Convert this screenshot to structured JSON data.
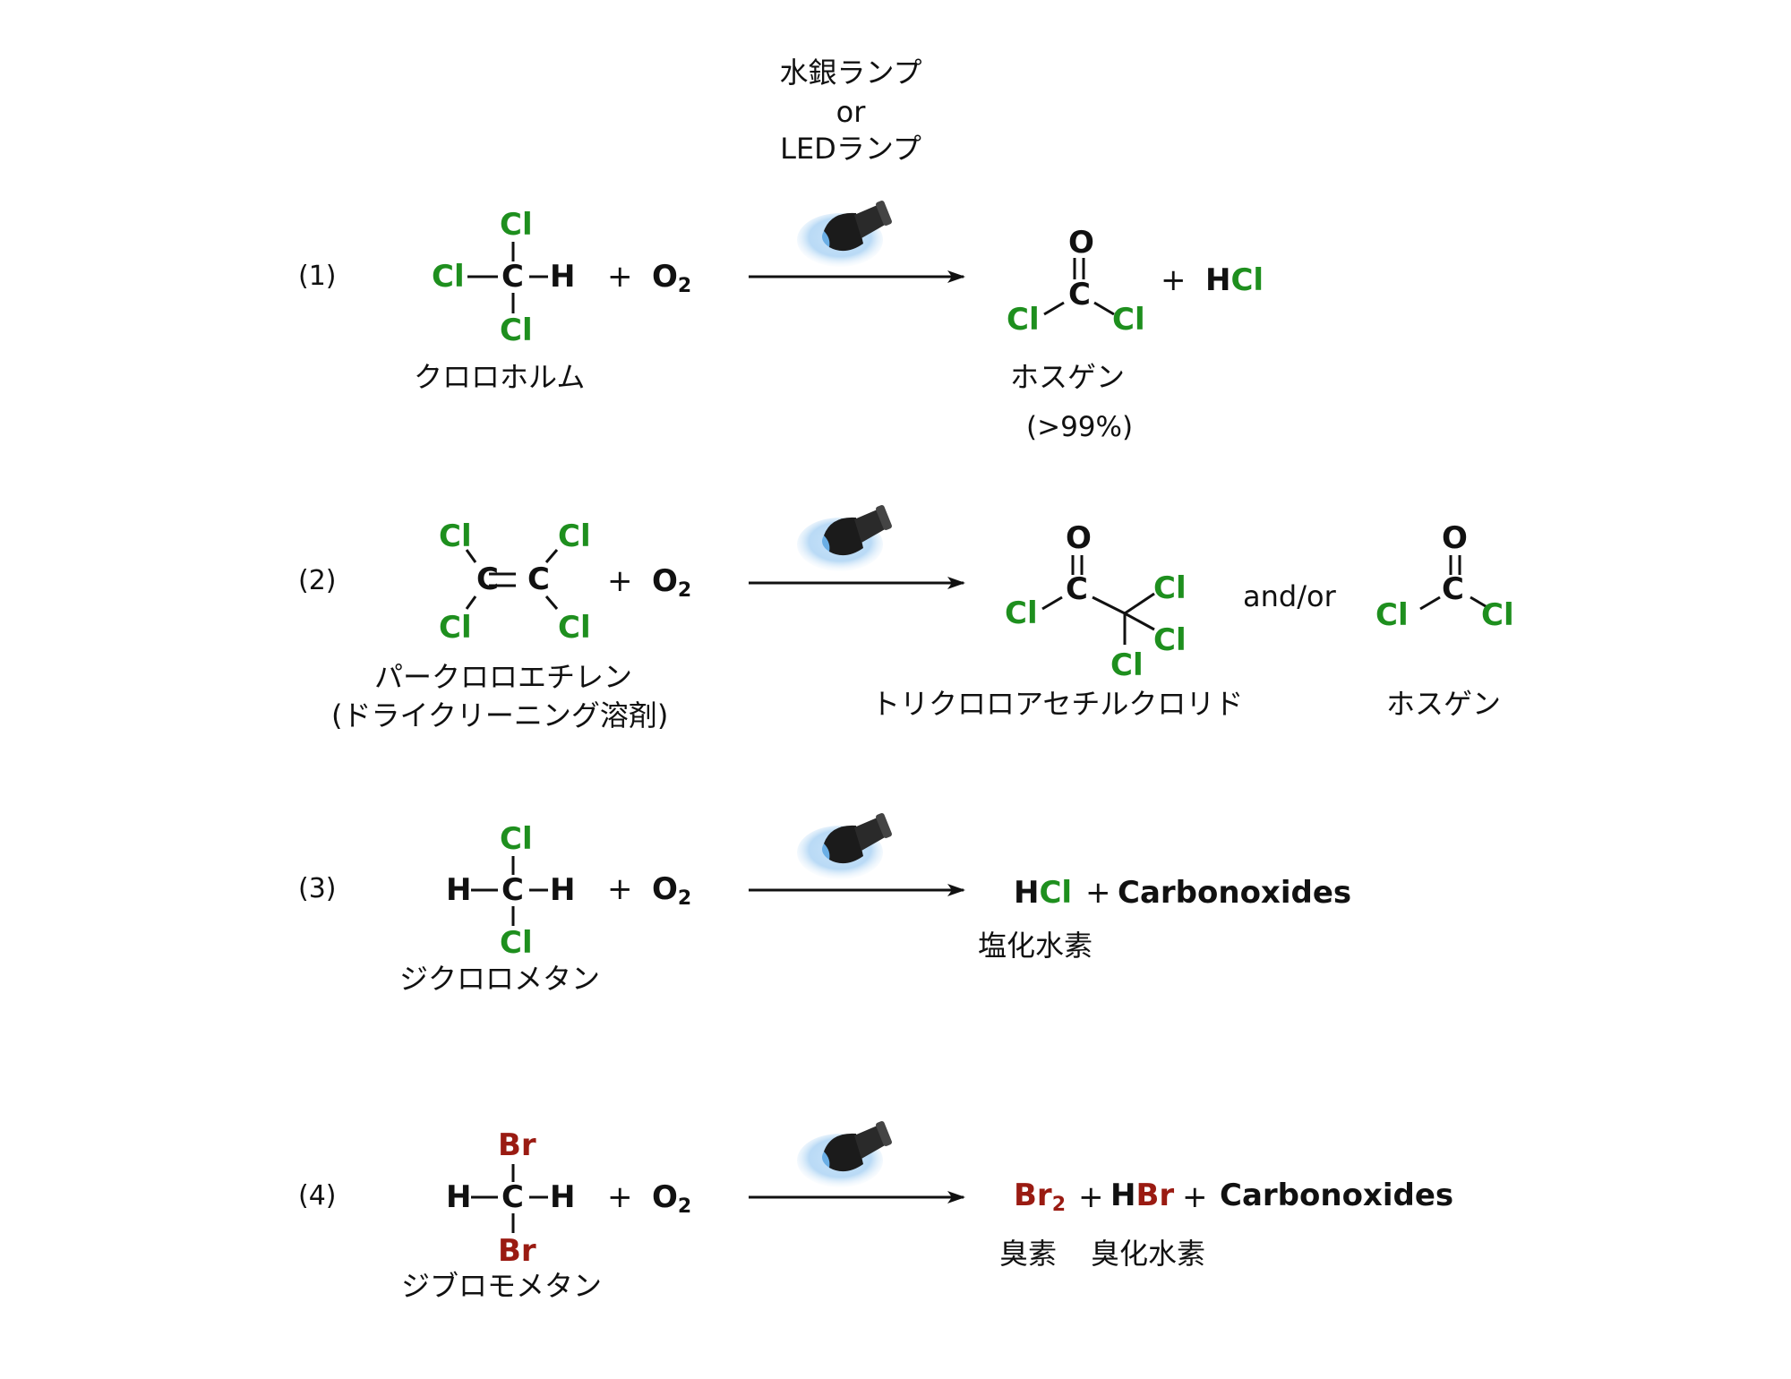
{
  "conditions": {
    "line1": "水銀ランプ",
    "line2": "or",
    "line3": "LEDランプ"
  },
  "atoms": {
    "cl": "Cl",
    "c": "C",
    "h": "H",
    "o": "O",
    "br": "Br",
    "plus": "+",
    "o2": "O",
    "o2_sub": "2",
    "br2": "Br",
    "br2_sub": "2"
  },
  "reactions": [
    {
      "number": "(1)",
      "reactant_name": "クロロホルム",
      "product_name": "ホスゲン",
      "yield": "(>99%)",
      "byproduct_h": "H",
      "byproduct_x": "Cl"
    },
    {
      "number": "(2)",
      "reactant_name_line1": "パークロロエチレン",
      "reactant_name_line2": "(ドライクリーニング溶剤)",
      "product1_name": "トリクロロアセチルクロリド",
      "connector": "and/or",
      "product2_name": "ホスゲン"
    },
    {
      "number": "(3)",
      "reactant_name": "ジクロロメタン",
      "product_h": "H",
      "product_x": "Cl",
      "product_other": "Carbonoxides",
      "product_name": "塩化水素"
    },
    {
      "number": "(4)",
      "reactant_name": "ジブロモメタン",
      "product_h": "H",
      "product_x": "Br",
      "product_other": "Carbonoxides",
      "product1_name": "臭素",
      "product2_name": "臭化水素"
    }
  ],
  "colors": {
    "chlorine": "#1e8f1e",
    "bromine": "#9a1b12",
    "lamp_glow": "#8fc3ee"
  },
  "icons": [
    "flashlight-icon",
    "reaction-arrow"
  ]
}
